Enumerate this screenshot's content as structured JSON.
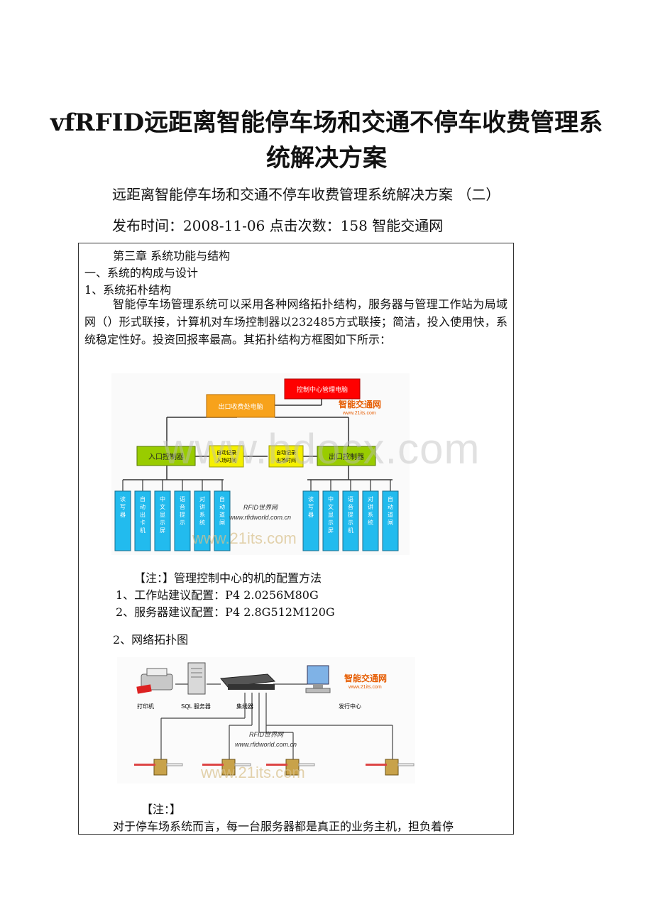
{
  "title": "vfRFID远距离智能停车场和交通不停车收费管理系统解决方案",
  "subtitle": "远距离智能停车场和交通不停车收费管理系统解决方案 （二）",
  "publish_line": "发布时间：2008-11-06 点击次数：158 智能交通网",
  "watermark": "www.bdocx.com",
  "content": {
    "chapter": "第三章  系统功能与结构",
    "section1": "一、系统的构成与设计",
    "sub1": "1、系统拓朴结构",
    "paragraph1": "智能停车场管理系统可以采用各种网络拓扑结构，服务器与管理工作站为局域网（）形式联接，计算机对车场控制器以232485方式联接；简洁，投入使用快，系统稳定性好。投资回报率最高。其拓扑结构方框图如下所示：",
    "note1": "【注：】管理控制中心的机的配置方法",
    "config1": "1、工作站建议配置：P4 2.0256M80G",
    "config2": "2、服务器建议配置：P4 2.8G512M120G",
    "sub2": "2、网络拓扑图",
    "note2": "【注：】",
    "paragraph2": "对于停车场系统而言，每一台服务器都是真正的业务主机，担负着停"
  },
  "diagram1": {
    "control_center": "控制中心管理电脑",
    "exit_pc": "出口收费处电脑",
    "entry_ctrl": "入口控制器",
    "exit_ctrl": "出口控制器",
    "auto_entry": [
      "自动记录",
      "入场时间"
    ],
    "auto_exit": [
      "自动记录",
      "出场时间"
    ],
    "entry_devices": [
      "读写器",
      "自动出卡机",
      "中文显示屏",
      "语音提示",
      "对讲系统",
      "自动道闸"
    ],
    "exit_devices": [
      "读写器",
      "中文显示屏",
      "语音提示机",
      "对讲系统",
      "自动道闸"
    ],
    "logo": "智能交通网",
    "logo_url": "www.21its.com",
    "rfid_logo": "RFID世界网",
    "rfid_url": "www.rfidworld.com.cn",
    "watermark_url": "www.21its.com"
  },
  "diagram2": {
    "printer": "打印机",
    "sql_server": "SQL 服务器",
    "hub": "集线器",
    "center": "发行中心",
    "logo": "智能交通网",
    "logo_url": "www.21its.com",
    "rfid_logo": "RFID世界网",
    "rfid_url": "www.rfidworld.com.cn",
    "watermark_url": "www.21its.com"
  }
}
